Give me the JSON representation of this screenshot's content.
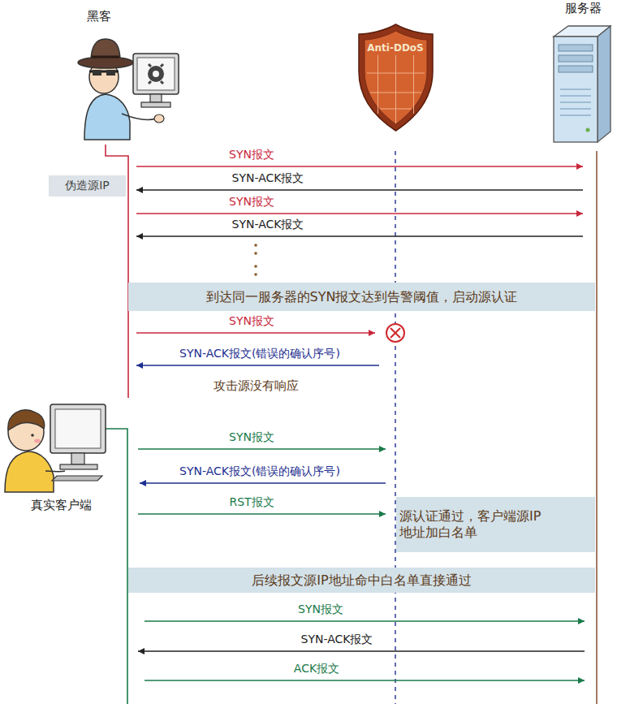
{
  "diagram": {
    "nodes": [
      {
        "text": [
          "黑客"
        ]
      },
      {
        "text": [
          "Anti-DDoS"
        ]
      },
      {
        "text": [
          "服务器"
        ]
      },
      {
        "text": [
          "伪造源IP"
        ]
      },
      {
        "text": [
          "到达同一服务器的SYN报文达到告警阈值，启动源认证"
        ]
      },
      {
        "text": [
          "真实客户端"
        ]
      },
      {
        "text": [
          "源认证通过，客户端源IP 地址加白名单"
        ]
      },
      {
        "text": [
          "后续报文源IP地址命中白名单直接通过"
        ]
      }
    ],
    "edges": [
      {
        "from": 0,
        "to": 2,
        "label": "SYN报文",
        "arrow": "to"
      },
      {
        "from": 2,
        "to": 0,
        "label": "SYN-ACK报文",
        "arrow": "to"
      },
      {
        "from": 0,
        "to": 2,
        "label": "SYN报文",
        "arrow": "to"
      },
      {
        "from": 2,
        "to": 0,
        "label": "SYN-ACK报文",
        "arrow": "to"
      },
      {
        "from": 0,
        "to": 1,
        "label": "SYN报文",
        "arrow": "to"
      },
      {
        "from": 1,
        "to": 0,
        "label": "SYN-ACK报文(错误的确认序号)",
        "arrow": "to"
      },
      {
        "from": 5,
        "to": 1,
        "label": "SYN报文",
        "arrow": "to"
      },
      {
        "from": 1,
        "to": 5,
        "label": "SYN-ACK报文(错误的确认序号)",
        "arrow": "to"
      },
      {
        "from": 5,
        "to": 1,
        "label": "RST报文",
        "arrow": "to"
      },
      {
        "from": 5,
        "to": 2,
        "label": "SYN报文",
        "arrow": "to"
      },
      {
        "from": 2,
        "to": 5,
        "label": "SYN-ACK报文",
        "arrow": "to"
      },
      {
        "from": 5,
        "to": 2,
        "label": "ACK报文",
        "arrow": "to"
      }
    ],
    "labels": [
      "攻击源没有响应"
    ]
  }
}
